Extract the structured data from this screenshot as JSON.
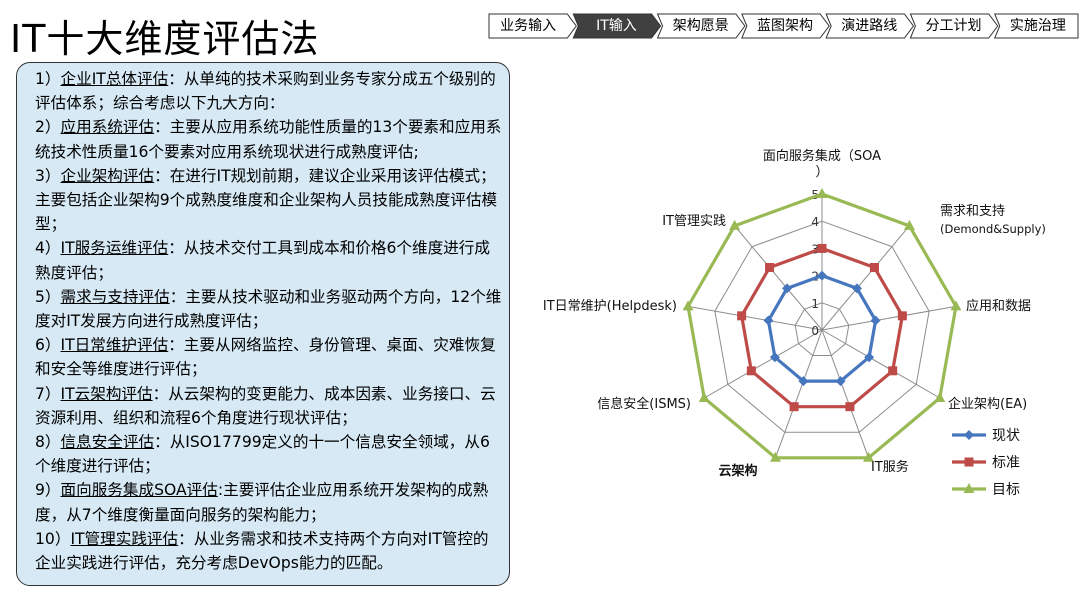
{
  "page": {
    "title": "IT十大维度评估法"
  },
  "steps": {
    "items": [
      "业务输入",
      "IT输入",
      "架构愿景",
      "蓝图架构",
      "演进路线",
      "分工计划",
      "实施治理"
    ],
    "active_index": 1,
    "active_color": "#404040"
  },
  "description": {
    "items": [
      {
        "num": "1）",
        "head": "企业IT总体评估",
        "body": "：从单纯的技术采购到业务专家分成五个级别的评估体系；综合考虑以下九大方向："
      },
      {
        "num": "2）",
        "head": "应用系统评估",
        "body": "：主要从应用系统功能性质量的13个要素和应用系统技术性质量16个要素对应用系统现状进行成熟度评估;"
      },
      {
        "num": "3）",
        "head": "企业架构评估",
        "body": "：在进行IT规划前期，建议企业采用该评估模式；主要包括企业架构9个成熟度维度和企业架构人员技能成熟度评估模型；"
      },
      {
        "num": "4）",
        "head": "IT服务运维评估",
        "body": "：从技术交付工具到成本和价格6个维度进行成熟度评估；"
      },
      {
        "num": "5）",
        "head": "需求与支持评估",
        "body": "：主要从技术驱动和业务驱动两个方向，12个维度对IT发展方向进行成熟度评估；"
      },
      {
        "num": "6）",
        "head": "IT日常维护评估",
        "body": "：主要从网络监控、身份管理、桌面、灾难恢复和安全等维度进行评估；"
      },
      {
        "num": "7）",
        "head": "IT云架构评估",
        "body": "：从云架构的变更能力、成本因素、业务接口、云资源利用、组织和流程6个角度进行现状评估；"
      },
      {
        "num": "8）",
        "head": "信息安全评估",
        "body": "：从ISO17799定义的十一个信息安全领域，从6个维度进行评估；"
      },
      {
        "num": "9）",
        "head": "面向服务集成SOA评估",
        "body": ":主要评估企业应用系统开发架构的成熟度，从7个维度衡量面向服务的架构能力；"
      },
      {
        "num": "10）",
        "head": "IT管理实践评估",
        "body": "：从业务需求和技术支持两个方向对IT管控的企业实践进行评估，充分考虑DevOps能力的匹配。"
      }
    ]
  },
  "chart_data": {
    "type": "radar",
    "categories": [
      "面向服务集成（SOA）",
      "需求和支持(Demond&Supply)",
      "应用和数据",
      "企业架构(EA)",
      "IT服务",
      "云架构",
      "信息安全(ISMS)",
      "IT日常维护(Helpdesk)",
      "IT管理实践"
    ],
    "axis_range": [
      0,
      5
    ],
    "axis_ticks": [
      "0",
      "1",
      "2",
      "3",
      "4",
      "5"
    ],
    "grid": true,
    "legend_position": "bottom-right",
    "series": [
      {
        "name": "现状",
        "color": "#4677be",
        "marker": "diamond",
        "values": [
          2,
          2,
          2,
          2,
          2,
          2,
          2,
          2,
          2
        ]
      },
      {
        "name": "标准",
        "color": "#be4b48",
        "marker": "square",
        "values": [
          3,
          3,
          3,
          3,
          3,
          3,
          3,
          3,
          3
        ]
      },
      {
        "name": "目标",
        "color": "#98b954",
        "marker": "triangle",
        "values": [
          5,
          5,
          5,
          5,
          5,
          5,
          5,
          5,
          5
        ]
      }
    ]
  }
}
